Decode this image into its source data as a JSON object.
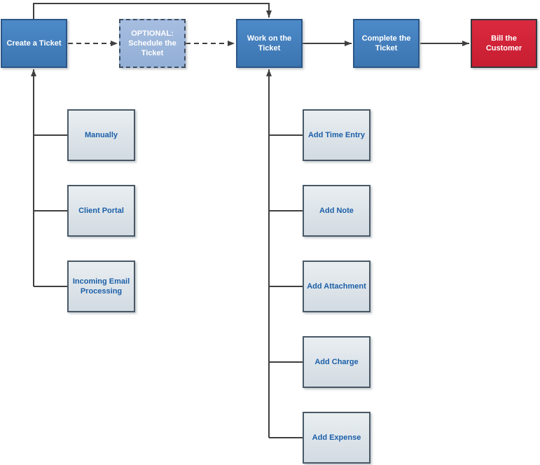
{
  "diagram": {
    "type": "flowchart",
    "main_flow": {
      "create": {
        "label": "Create a Ticket"
      },
      "optional_schedule": {
        "label": "OPTIONAL: Schedule the Ticket"
      },
      "work": {
        "label": "Work on the Ticket"
      },
      "complete": {
        "label": "Complete the Ticket"
      },
      "bill": {
        "label": "Bill the Customer"
      }
    },
    "create_sources": [
      {
        "label": "Manually"
      },
      {
        "label": "Client Portal"
      },
      {
        "label": "Incoming Email Processing"
      }
    ],
    "work_actions": [
      {
        "label": "Add Time Entry"
      },
      {
        "label": "Add Note"
      },
      {
        "label": "Add Attachment"
      },
      {
        "label": "Add Charge"
      },
      {
        "label": "Add Expense"
      }
    ],
    "edges": [
      "create -> optional_schedule (dashed)",
      "optional_schedule -> work (dashed)",
      "create -> work (top bypass)",
      "work -> complete",
      "complete -> bill",
      "create_sources -> create",
      "work_actions -> work"
    ],
    "colors": {
      "primary_box": "#4C8AC9",
      "primary_box_dark": "#3C75B0",
      "primary_border": "#2B5687",
      "optional_box": "#A6BDE0",
      "optional_box_dark": "#92AFD6",
      "optional_border": "#3F4E63",
      "red_box": "#DB2A3F",
      "red_box_dark": "#C71D31",
      "red_border": "#35393E",
      "task_box_top": "#E9EEF1",
      "task_box_bottom": "#D2DBE2",
      "task_border": "#495866",
      "task_text": "#1C5FA8",
      "connector": "#3F3F3F"
    }
  }
}
